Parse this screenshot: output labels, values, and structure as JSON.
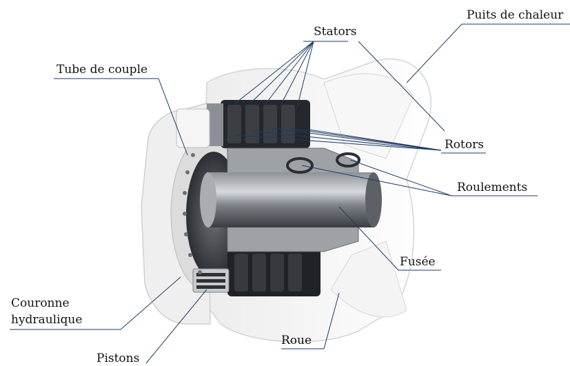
{
  "labels": {
    "stators": "Stators",
    "puits": "Puits de chaleur",
    "tube": "Tube de couple",
    "rotors": "Rotors",
    "roulements": "Roulements",
    "fusee": "Fusée",
    "couronne": "Couronne hydraulique",
    "roue": "Roue",
    "pistons": "Pistons"
  },
  "colors": {
    "leader": "#1e3a66",
    "metal_dark": "#2a2d31",
    "metal_mid": "#7b8086",
    "metal_light": "#c9ccd0",
    "housing": "#f2f2f2"
  }
}
